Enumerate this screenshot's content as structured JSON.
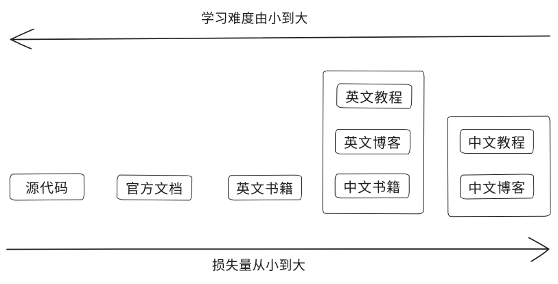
{
  "diagram": {
    "axes": {
      "top": {
        "label": "学习难度由小到大",
        "arrow_direction": "left"
      },
      "bottom": {
        "label": "损失量从小到大",
        "arrow_direction": "right"
      }
    },
    "nodes": [
      {
        "id": "source-code",
        "label": "源代码"
      },
      {
        "id": "official-docs",
        "label": "官方文档"
      },
      {
        "id": "english-books",
        "label": "英文书籍"
      }
    ],
    "groups": [
      {
        "id": "group-middle",
        "items": [
          {
            "id": "english-tutorials",
            "label": "英文教程"
          },
          {
            "id": "english-blogs",
            "label": "英文博客"
          },
          {
            "id": "chinese-books",
            "label": "中文书籍"
          }
        ]
      },
      {
        "id": "group-right",
        "items": [
          {
            "id": "chinese-tutorials",
            "label": "中文教程"
          },
          {
            "id": "chinese-blogs",
            "label": "中文博客"
          }
        ]
      }
    ],
    "colors": {
      "stroke": "#1e1e1e",
      "background": "#ffffff"
    }
  }
}
